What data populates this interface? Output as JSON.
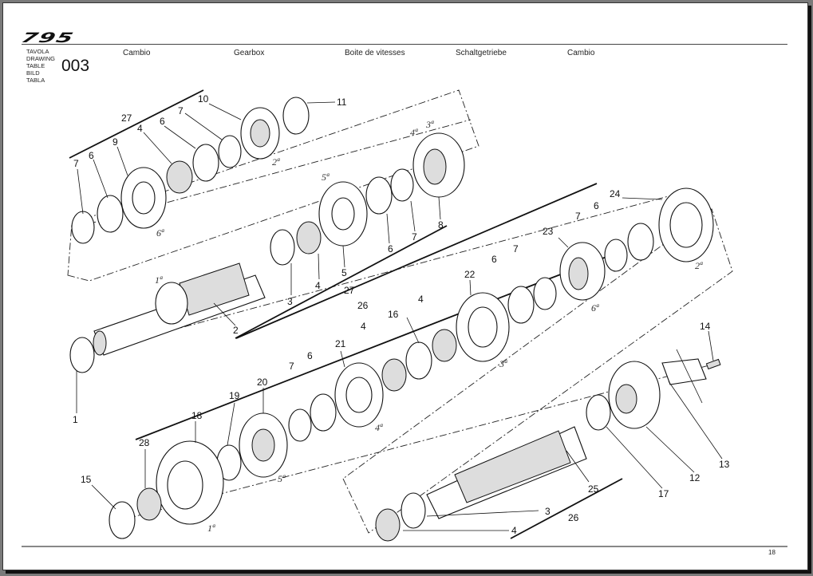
{
  "header": {
    "model": "795",
    "table_labels": [
      "TAVOLA",
      "DRAWING",
      "TABLE",
      "BILD",
      "TABLA"
    ],
    "table_number": "003",
    "titles": [
      "Cambio",
      "Gearbox",
      "Boite de vitesses",
      "Schaltgetriebe",
      "Cambio"
    ]
  },
  "footer": {
    "page_number": "18"
  },
  "diagram": {
    "callouts": [
      "1",
      "2",
      "3",
      "4",
      "5",
      "6",
      "7",
      "8",
      "9",
      "10",
      "11",
      "12",
      "13",
      "14",
      "15",
      "16",
      "17",
      "18",
      "19",
      "20",
      "21",
      "22",
      "23",
      "24",
      "25",
      "26",
      "27",
      "28"
    ],
    "gear_labels": [
      "1a",
      "2a",
      "3a",
      "4a",
      "5a",
      "6a"
    ],
    "labels": {
      "c1": "1",
      "c2": "2",
      "c3a": "3",
      "c3b": "3",
      "c4a": "4",
      "c4b": "4",
      "c4c": "4",
      "c4d": "4",
      "c4e": "4",
      "c5": "5",
      "c6a": "6",
      "c6b": "6",
      "c6c": "6",
      "c6d": "6",
      "c6e": "6",
      "c6f": "6",
      "c7a": "7",
      "c7b": "7",
      "c7c": "7",
      "c7d": "7",
      "c7e": "7",
      "c7f": "7",
      "c8": "8",
      "c9": "9",
      "c10": "10",
      "c11": "11",
      "c12": "12",
      "c13": "13",
      "c14": "14",
      "c15": "15",
      "c16": "16",
      "c17": "17",
      "c18": "18",
      "c19": "19",
      "c20": "20",
      "c21": "21",
      "c22": "22",
      "c23": "23",
      "c24": "24",
      "c25": "25",
      "c26a": "26",
      "c26b": "26",
      "c27a": "27",
      "c27b": "27",
      "c28": "28",
      "g1a": "1ª",
      "g1b": "1ª",
      "g2a": "2ª",
      "g2b": "2ª",
      "g3a": "3ª",
      "g3b": "3ª",
      "g4a": "4ª",
      "g4b": "4ª",
      "g5a": "5ª",
      "g5b": "5ª",
      "g6a": "6ª",
      "g6b": "6ª"
    }
  }
}
